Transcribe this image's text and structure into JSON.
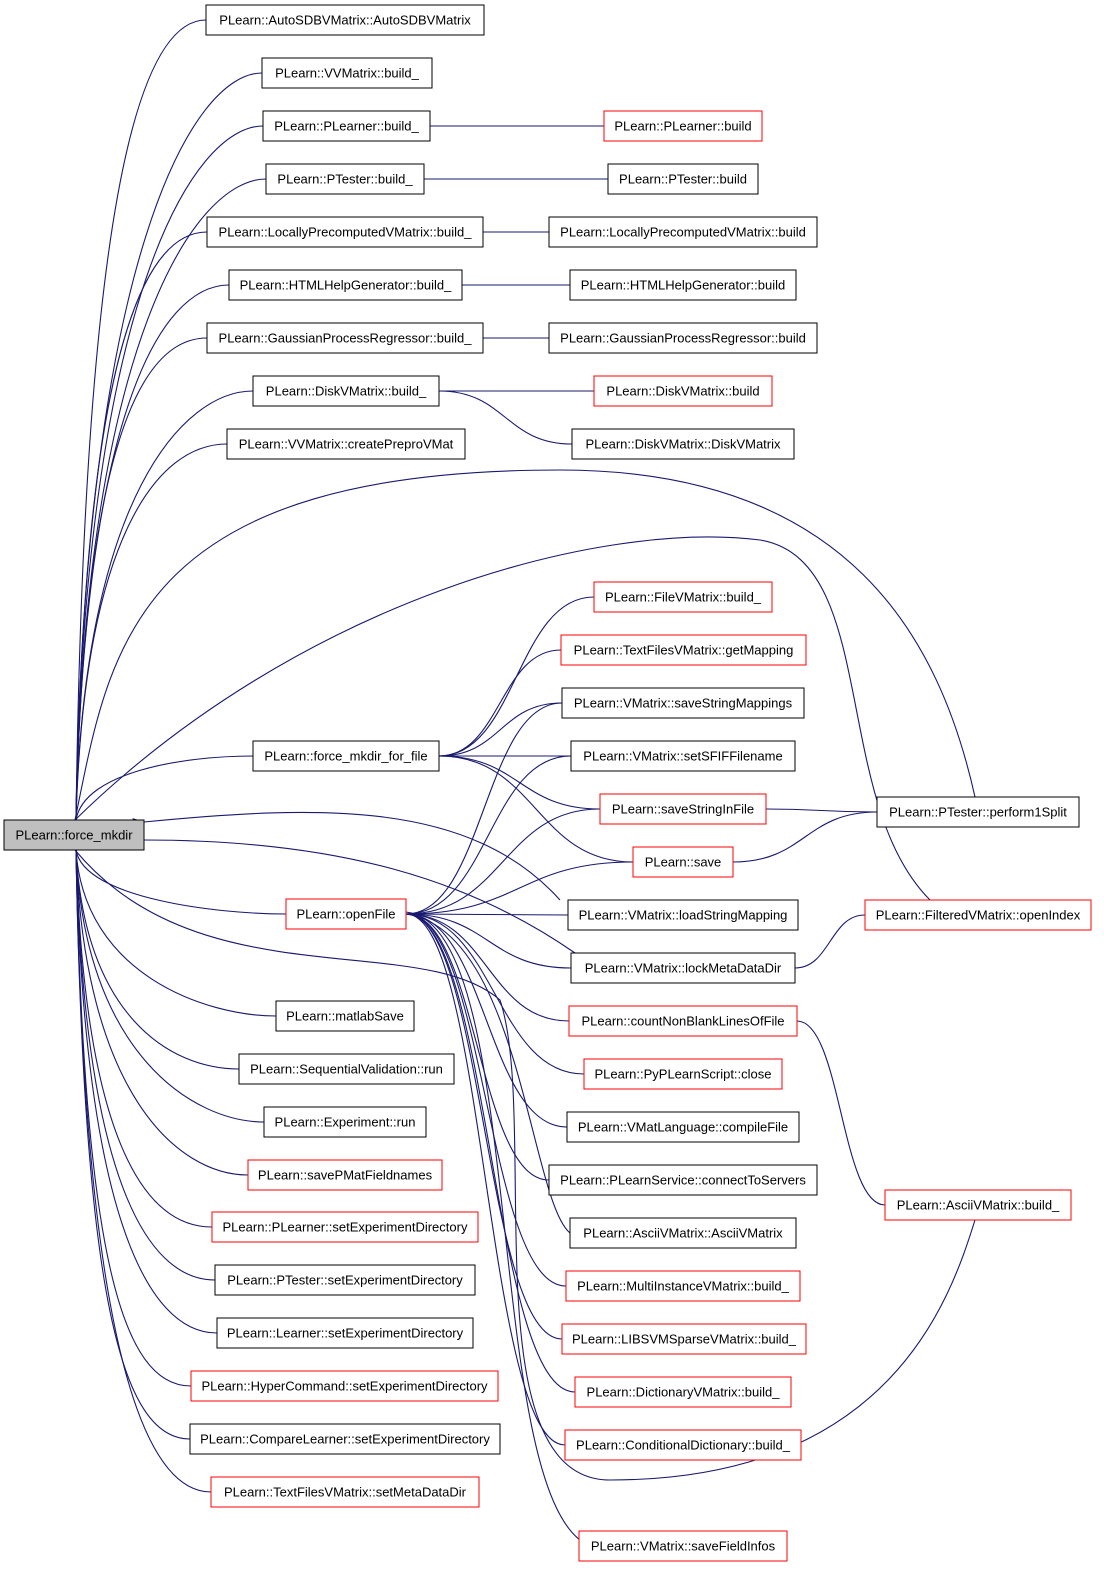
{
  "colors": {
    "edge": "#191970",
    "border_normal": "#000000",
    "border_truncated": "#ff0000",
    "focus_fill": "#bfbfbf",
    "fill": "#ffffff"
  },
  "focus_node": "force_mkdir",
  "nodes": {
    "force_mkdir": {
      "label": "PLearn::force_mkdir",
      "style": "focus"
    },
    "autosdbv": {
      "label": "PLearn::AutoSDBVMatrix::AutoSDBVMatrix",
      "style": "normal"
    },
    "vvm_build_": {
      "label": "PLearn::VVMatrix::build_",
      "style": "normal"
    },
    "plearner_build_": {
      "label": "PLearn::PLearner::build_",
      "style": "normal"
    },
    "plearner_build": {
      "label": "PLearn::PLearner::build",
      "style": "truncated"
    },
    "ptester_build_": {
      "label": "PLearn::PTester::build_",
      "style": "normal"
    },
    "ptester_build": {
      "label": "PLearn::PTester::build",
      "style": "normal"
    },
    "lpvm_build_": {
      "label": "PLearn::LocallyPrecomputedVMatrix::build_",
      "style": "normal"
    },
    "lpvm_build": {
      "label": "PLearn::LocallyPrecomputedVMatrix::build",
      "style": "normal"
    },
    "hhg_build_": {
      "label": "PLearn::HTMLHelpGenerator::build_",
      "style": "normal"
    },
    "hhg_build": {
      "label": "PLearn::HTMLHelpGenerator::build",
      "style": "normal"
    },
    "gpr_build_": {
      "label": "PLearn::GaussianProcessRegressor::build_",
      "style": "normal"
    },
    "gpr_build": {
      "label": "PLearn::GaussianProcessRegressor::build",
      "style": "normal"
    },
    "dvm_build_": {
      "label": "PLearn::DiskVMatrix::build_",
      "style": "normal"
    },
    "dvm_build": {
      "label": "PLearn::DiskVMatrix::build",
      "style": "truncated"
    },
    "dvm_ctor": {
      "label": "PLearn::DiskVMatrix::DiskVMatrix",
      "style": "normal"
    },
    "vvm_cpvm": {
      "label": "PLearn::VVMatrix::createPreproVMat",
      "style": "normal"
    },
    "fvm_build_": {
      "label": "PLearn::FileVMatrix::build_",
      "style": "truncated"
    },
    "tfvm_getmap": {
      "label": "PLearn::TextFilesVMatrix::getMapping",
      "style": "truncated"
    },
    "vm_ssm": {
      "label": "PLearn::VMatrix::saveStringMappings",
      "style": "normal"
    },
    "fmff": {
      "label": "PLearn::force_mkdir_for_file",
      "style": "normal"
    },
    "vm_ssff": {
      "label": "PLearn::VMatrix::setSFIFFilename",
      "style": "normal"
    },
    "ssif": {
      "label": "PLearn::saveStringInFile",
      "style": "truncated"
    },
    "pt_p1s": {
      "label": "PLearn::PTester::perform1Split",
      "style": "normal"
    },
    "save": {
      "label": "PLearn::save",
      "style": "truncated"
    },
    "openfile": {
      "label": "PLearn::openFile",
      "style": "truncated"
    },
    "vm_lsm": {
      "label": "PLearn::VMatrix::loadStringMapping",
      "style": "normal"
    },
    "fvm_openidx": {
      "label": "PLearn::FilteredVMatrix::openIndex",
      "style": "truncated"
    },
    "vm_lmdd": {
      "label": "PLearn::VMatrix::lockMetaDataDir",
      "style": "normal"
    },
    "cnblof": {
      "label": "PLearn::countNonBlankLinesOfFile",
      "style": "truncated"
    },
    "matlabsave": {
      "label": "PLearn::matlabSave",
      "style": "normal"
    },
    "pyps_close": {
      "label": "PLearn::PyPLearnScript::close",
      "style": "truncated"
    },
    "seqval_run": {
      "label": "PLearn::SequentialValidation::run",
      "style": "normal"
    },
    "vml_compile": {
      "label": "PLearn::VMatLanguage::compileFile",
      "style": "normal"
    },
    "exp_run": {
      "label": "PLearn::Experiment::run",
      "style": "normal"
    },
    "savepmat": {
      "label": "PLearn::savePMatFieldnames",
      "style": "truncated"
    },
    "pls_cts": {
      "label": "PLearn::PLearnService::connectToServers",
      "style": "normal"
    },
    "avm_build_": {
      "label": "PLearn::AsciiVMatrix::build_",
      "style": "truncated"
    },
    "pl_sed": {
      "label": "PLearn::PLearner::setExperimentDirectory",
      "style": "truncated"
    },
    "avm_ctor": {
      "label": "PLearn::AsciiVMatrix::AsciiVMatrix",
      "style": "normal"
    },
    "pt_sed": {
      "label": "PLearn::PTester::setExperimentDirectory",
      "style": "normal"
    },
    "mivm_build_": {
      "label": "PLearn::MultiInstanceVMatrix::build_",
      "style": "truncated"
    },
    "l_sed": {
      "label": "PLearn::Learner::setExperimentDirectory",
      "style": "normal"
    },
    "libsvm_build_": {
      "label": "PLearn::LIBSVMSparseVMatrix::build_",
      "style": "truncated"
    },
    "hc_sed": {
      "label": "PLearn::HyperCommand::setExperimentDirectory",
      "style": "truncated"
    },
    "dictvm_build_": {
      "label": "PLearn::DictionaryVMatrix::build_",
      "style": "truncated"
    },
    "cl_sed": {
      "label": "PLearn::CompareLearner::setExperimentDirectory",
      "style": "normal"
    },
    "cd_build_": {
      "label": "PLearn::ConditionalDictionary::build_",
      "style": "truncated"
    },
    "tfvm_smdd": {
      "label": "PLearn::TextFilesVMatrix::setMetaDataDir",
      "style": "truncated"
    },
    "vm_sfi": {
      "label": "PLearn::VMatrix::saveFieldInfos",
      "style": "truncated"
    }
  },
  "edges": [
    [
      "force_mkdir",
      "autosdbv"
    ],
    [
      "force_mkdir",
      "vvm_build_"
    ],
    [
      "force_mkdir",
      "plearner_build_"
    ],
    [
      "force_mkdir",
      "ptester_build_"
    ],
    [
      "force_mkdir",
      "lpvm_build_"
    ],
    [
      "force_mkdir",
      "hhg_build_"
    ],
    [
      "force_mkdir",
      "gpr_build_"
    ],
    [
      "force_mkdir",
      "dvm_build_"
    ],
    [
      "force_mkdir",
      "vvm_cpvm"
    ],
    [
      "force_mkdir",
      "pt_p1s"
    ],
    [
      "force_mkdir",
      "fvm_openidx"
    ],
    [
      "force_mkdir",
      "fmff"
    ],
    [
      "force_mkdir",
      "vm_lsm"
    ],
    [
      "force_mkdir",
      "vm_lmdd"
    ],
    [
      "force_mkdir",
      "openfile"
    ],
    [
      "force_mkdir",
      "avm_build_"
    ],
    [
      "force_mkdir",
      "matlabsave"
    ],
    [
      "force_mkdir",
      "seqval_run"
    ],
    [
      "force_mkdir",
      "exp_run"
    ],
    [
      "force_mkdir",
      "savepmat"
    ],
    [
      "force_mkdir",
      "pl_sed"
    ],
    [
      "force_mkdir",
      "pt_sed"
    ],
    [
      "force_mkdir",
      "l_sed"
    ],
    [
      "force_mkdir",
      "hc_sed"
    ],
    [
      "force_mkdir",
      "cl_sed"
    ],
    [
      "force_mkdir",
      "tfvm_smdd"
    ],
    [
      "plearner_build_",
      "plearner_build"
    ],
    [
      "ptester_build_",
      "ptester_build"
    ],
    [
      "lpvm_build_",
      "lpvm_build"
    ],
    [
      "hhg_build_",
      "hhg_build"
    ],
    [
      "gpr_build_",
      "gpr_build"
    ],
    [
      "dvm_build_",
      "dvm_build"
    ],
    [
      "dvm_build_",
      "dvm_ctor"
    ],
    [
      "fmff",
      "fvm_build_"
    ],
    [
      "fmff",
      "tfvm_getmap"
    ],
    [
      "fmff",
      "vm_ssm"
    ],
    [
      "fmff",
      "vm_ssff"
    ],
    [
      "fmff",
      "ssif"
    ],
    [
      "fmff",
      "save"
    ],
    [
      "ssif",
      "pt_p1s"
    ],
    [
      "save",
      "pt_p1s"
    ],
    [
      "vm_lmdd",
      "fvm_openidx"
    ],
    [
      "cnblof",
      "avm_build_"
    ],
    [
      "openfile",
      "vm_ssm"
    ],
    [
      "openfile",
      "vm_ssff"
    ],
    [
      "openfile",
      "ssif"
    ],
    [
      "openfile",
      "save"
    ],
    [
      "openfile",
      "vm_lsm"
    ],
    [
      "openfile",
      "vm_lmdd"
    ],
    [
      "openfile",
      "cnblof"
    ],
    [
      "openfile",
      "pyps_close"
    ],
    [
      "openfile",
      "vml_compile"
    ],
    [
      "openfile",
      "pls_cts"
    ],
    [
      "openfile",
      "avm_ctor"
    ],
    [
      "openfile",
      "mivm_build_"
    ],
    [
      "openfile",
      "libsvm_build_"
    ],
    [
      "openfile",
      "dictvm_build_"
    ],
    [
      "openfile",
      "cd_build_"
    ],
    [
      "openfile",
      "vm_sfi"
    ]
  ]
}
